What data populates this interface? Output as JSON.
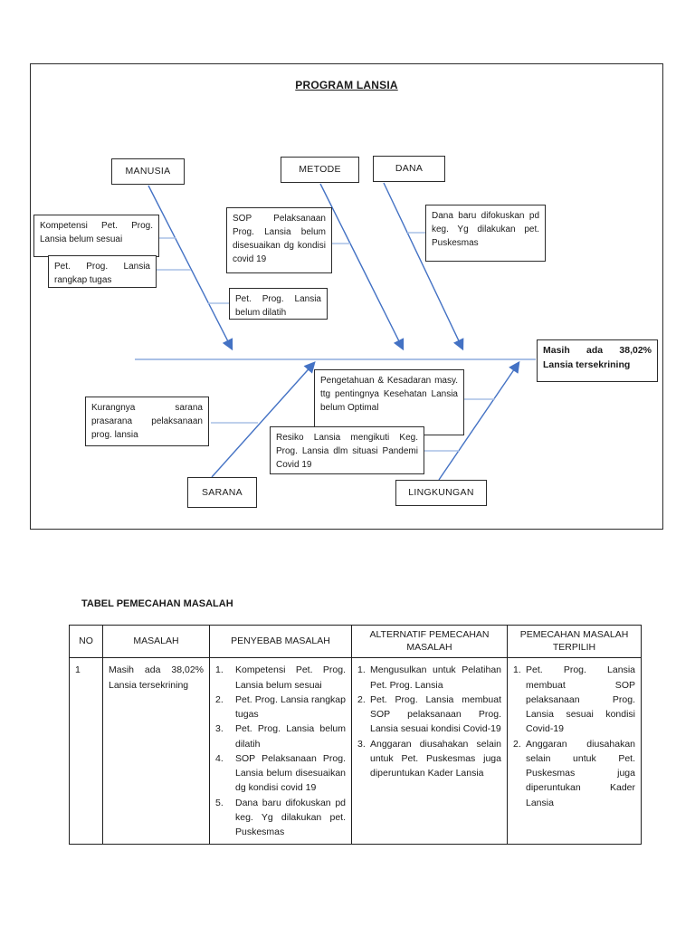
{
  "diagram": {
    "title": "PROGRAM LANSIA",
    "line_color": "#4472c4",
    "connector_color": "#a9c0e6",
    "spine_color": "#a9c0e6",
    "categories": {
      "manusia": "MANUSIA",
      "metode": "METODE",
      "dana": "DANA",
      "sarana": "SARANA",
      "lingkungan": "LINGKUNGAN"
    },
    "causes": {
      "kompetensi": "Kompetensi Pet. Prog. Lansia belum sesuai",
      "rangkap": "Pet. Prog. Lansia rangkap tugas",
      "sop": "SOP Pelaksanaan Prog. Lansia belum disesuaikan dg kondisi covid 19",
      "dilatih": "Pet. Prog. Lansia belum dilatih",
      "dana_baru": "Dana baru difokuskan pd keg. Yg dilakukan pet. Puskesmas",
      "kurangnya": "Kurangnya sarana prasarana pelaksanaan prog. lansia",
      "pengetahuan": "Pengetahuan & Kesadaran masy. ttg pentingnya Kesehatan Lansia belum Optimal",
      "resiko": "Resiko Lansia mengikuti Keg. Prog. Lansia dlm situasi Pandemi Covid 19"
    },
    "problem": "Masih ada 38,02% Lansia tersekrining"
  },
  "table_section": {
    "heading": "TABEL PEMECAHAN MASALAH",
    "columns": {
      "no": "NO",
      "masalah": "MASALAH",
      "penyebab": "PENYEBAB MASALAH",
      "alternatif": "ALTERNATIF PEMECAHAN MASALAH",
      "terpilih": "PEMECAHAN MASALAH TERPILIH"
    },
    "row": {
      "no": "1",
      "masalah": "Masih ada 38,02% Lansia tersekrining",
      "penyebab": [
        {
          "n": "1.",
          "t": "Kompetensi Pet. Prog. Lansia belum sesuai"
        },
        {
          "n": "2.",
          "t": "Pet. Prog. Lansia rangkap tugas"
        },
        {
          "n": "3.",
          "t": "Pet. Prog. Lansia belum dilatih"
        },
        {
          "n": "4.",
          "t": "SOP Pelaksanaan Prog. Lansia belum disesuaikan dg kondisi covid 19"
        },
        {
          "n": "5.",
          "t": "Dana baru difokuskan pd keg. Yg dilakukan pet. Puskesmas"
        }
      ],
      "alternatif": [
        {
          "n": "1.",
          "t": "Mengusulkan untuk Pelatihan Pet. Prog. Lansia"
        },
        {
          "n": "2.",
          "t": "Pet. Prog. Lansia membuat SOP pelaksanaan Prog. Lansia sesuai kondisi Covid-19"
        },
        {
          "n": "3.",
          "t": "Anggaran diusahakan selain untuk Pet. Puskesmas juga diperuntukan Kader Lansia"
        }
      ],
      "terpilih": [
        {
          "n": "1.",
          "t": "Pet. Prog. Lansia membuat SOP pelaksanaan Prog. Lansia sesuai kondisi Covid-19"
        },
        {
          "n": "2.",
          "t": "Anggaran diusahakan selain untuk Pet. Puskesmas juga diperuntukan Kader Lansia"
        }
      ]
    }
  }
}
